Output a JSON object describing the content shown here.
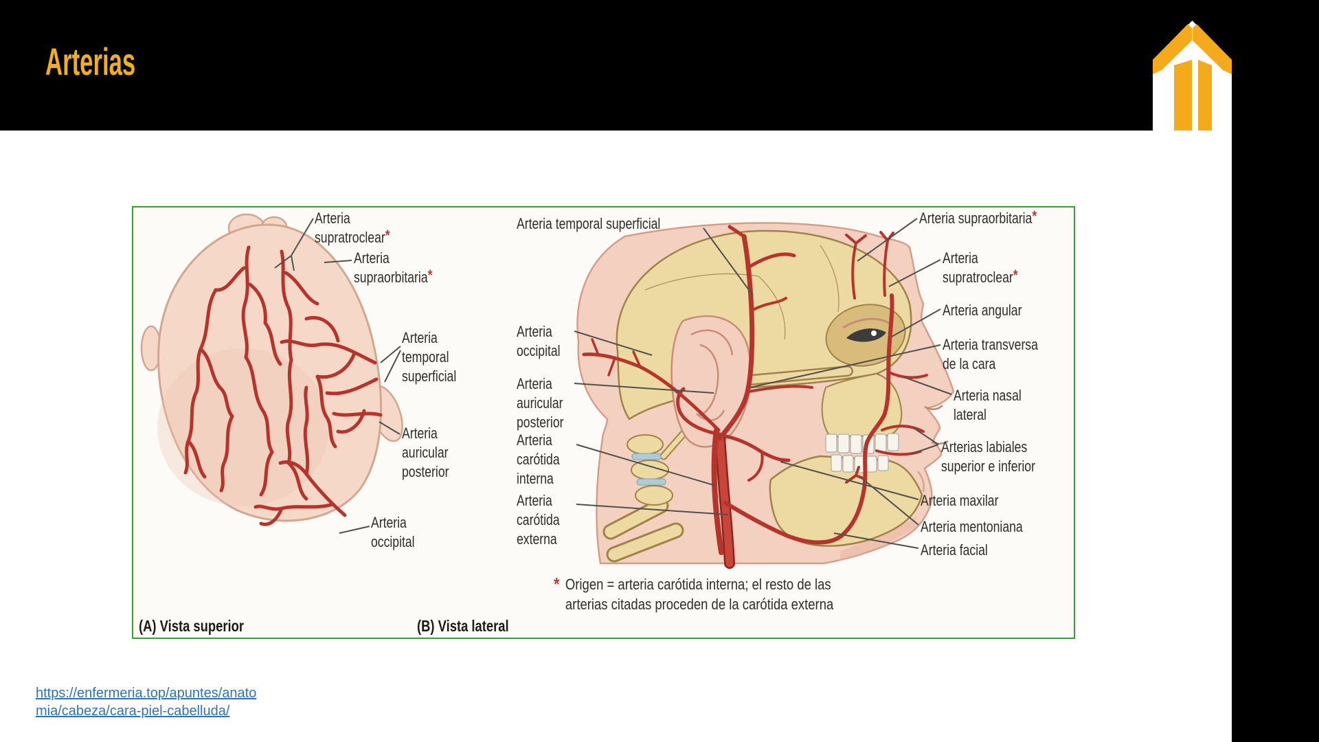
{
  "palette": {
    "accent_gold": "#F0AF1E",
    "figure_border_green": "#35A035",
    "artery_red": "#B5352C",
    "asterisk_red": "#C03A30",
    "link_blue": "#2E74B5"
  },
  "header": {
    "title": "Arterias"
  },
  "logo": {
    "icon": "double-up-arrows-logo"
  },
  "figure": {
    "star": "*",
    "panel_a": {
      "caption": "(A) Vista superior",
      "labels": {
        "supratroclear": {
          "l1": "Arteria",
          "l2": "supratroclear"
        },
        "supraorbitaria": {
          "l1": "Arteria",
          "l2": "supraorbitaria"
        },
        "temporal": {
          "l1": "Arteria",
          "l2": "temporal",
          "l3": "superficial"
        },
        "auricular": {
          "l1": "Arteria",
          "l2": "auricular",
          "l3": "posterior"
        },
        "occipital": {
          "l1": "Arteria",
          "l2": "occipital"
        }
      }
    },
    "panel_b": {
      "caption": "(B) Vista lateral",
      "left_labels": {
        "temporal": {
          "l1": "Arteria temporal superficial"
        },
        "occipital": {
          "l1": "Arteria",
          "l2": "occipital"
        },
        "auricular": {
          "l1": "Arteria",
          "l2": "auricular",
          "l3": "posterior"
        },
        "carotida_interna": {
          "l1": "Arteria",
          "l2": "carótida",
          "l3": "interna"
        },
        "carotida_externa": {
          "l1": "Arteria",
          "l2": "carótida",
          "l3": "externa"
        }
      },
      "right_labels": {
        "supraorbitaria": {
          "l1": "Arteria supraorbitaria"
        },
        "supratroclear": {
          "l1": "Arteria",
          "l2": "supratroclear"
        },
        "angular": {
          "l1": "Arteria angular"
        },
        "transversa": {
          "l1": "Arteria transversa",
          "l2": "de la cara"
        },
        "nasal": {
          "l1": "Arteria nasal",
          "l2": "lateral"
        },
        "labiales": {
          "l1": "Arterias labiales",
          "l2": "superior e inferior"
        },
        "maxilar": {
          "l1": "Arteria maxilar"
        },
        "mentoniana": {
          "l1": "Arteria mentoniana"
        },
        "facial": {
          "l1": "Arteria facial"
        }
      }
    },
    "footnote": {
      "marker": "*",
      "line1": "Origen = arteria carótida interna; el resto de las",
      "line2": "arterias citadas proceden de la carótida externa"
    }
  },
  "source_link": {
    "line1": "https://enfermeria.top/apuntes/anato",
    "line2": "mia/cabeza/cara-piel-cabelluda/"
  }
}
